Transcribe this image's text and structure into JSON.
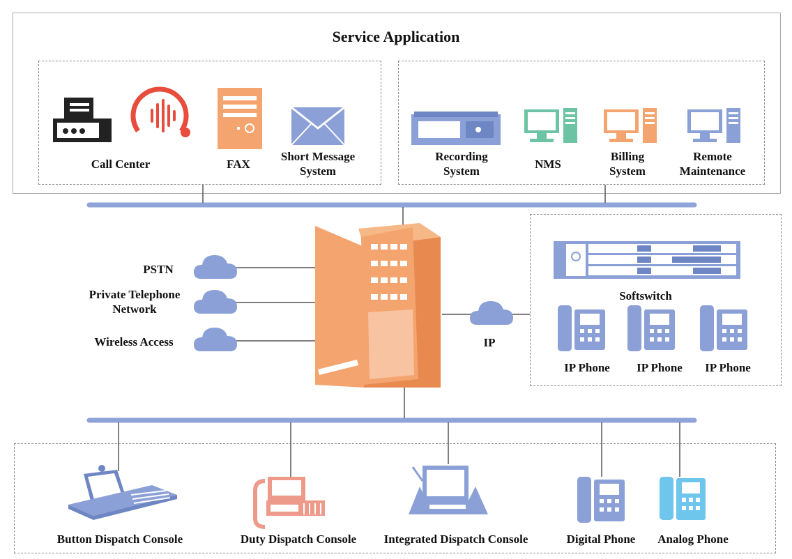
{
  "title": "Service Application",
  "colors": {
    "orange": "#f4a46e",
    "orange_dark": "#e8894f",
    "red": "#e84c3d",
    "blue": "#8aa0d6",
    "blue_dark": "#6f86c4",
    "green": "#6cc4a4",
    "pink": "#ee9a8a",
    "cyan": "#6fc6ec",
    "bus": "#8ea3d8",
    "line": "#555555"
  },
  "service_left": [
    {
      "label": "Call Center",
      "icon": "fax-machine-icon"
    },
    {
      "label": "",
      "icon": "call-center-headset-icon"
    },
    {
      "label": "FAX",
      "icon": "fax-server-icon"
    },
    {
      "label": "Short Message\nSystem",
      "icon": "envelope-icon"
    }
  ],
  "service_right": [
    {
      "label": "Recording\nSystem",
      "icon": "recorder-rack-icon"
    },
    {
      "label": "NMS",
      "icon": "nms-computer-icon"
    },
    {
      "label": "Billing\nSystem",
      "icon": "billing-computer-icon"
    },
    {
      "label": "Remote\nMaintenance",
      "icon": "remote-computer-icon"
    }
  ],
  "networks": [
    {
      "label": "PSTN"
    },
    {
      "label": "Private Telephone\nNetwork"
    },
    {
      "label": "Wireless Access"
    }
  ],
  "ip_label": "IP",
  "softswitch": {
    "label": "Softswitch",
    "phones": [
      "IP Phone",
      "IP Phone",
      "IP Phone"
    ]
  },
  "terminals": [
    {
      "label": "Button Dispatch Console",
      "icon": "button-console-icon"
    },
    {
      "label": "Duty Dispatch Console",
      "icon": "duty-console-icon"
    },
    {
      "label": "Integrated Dispatch Console",
      "icon": "integrated-console-icon"
    },
    {
      "label": "Digital Phone",
      "icon": "digital-phone-icon"
    },
    {
      "label": "Analog Phone",
      "icon": "analog-phone-icon"
    }
  ]
}
